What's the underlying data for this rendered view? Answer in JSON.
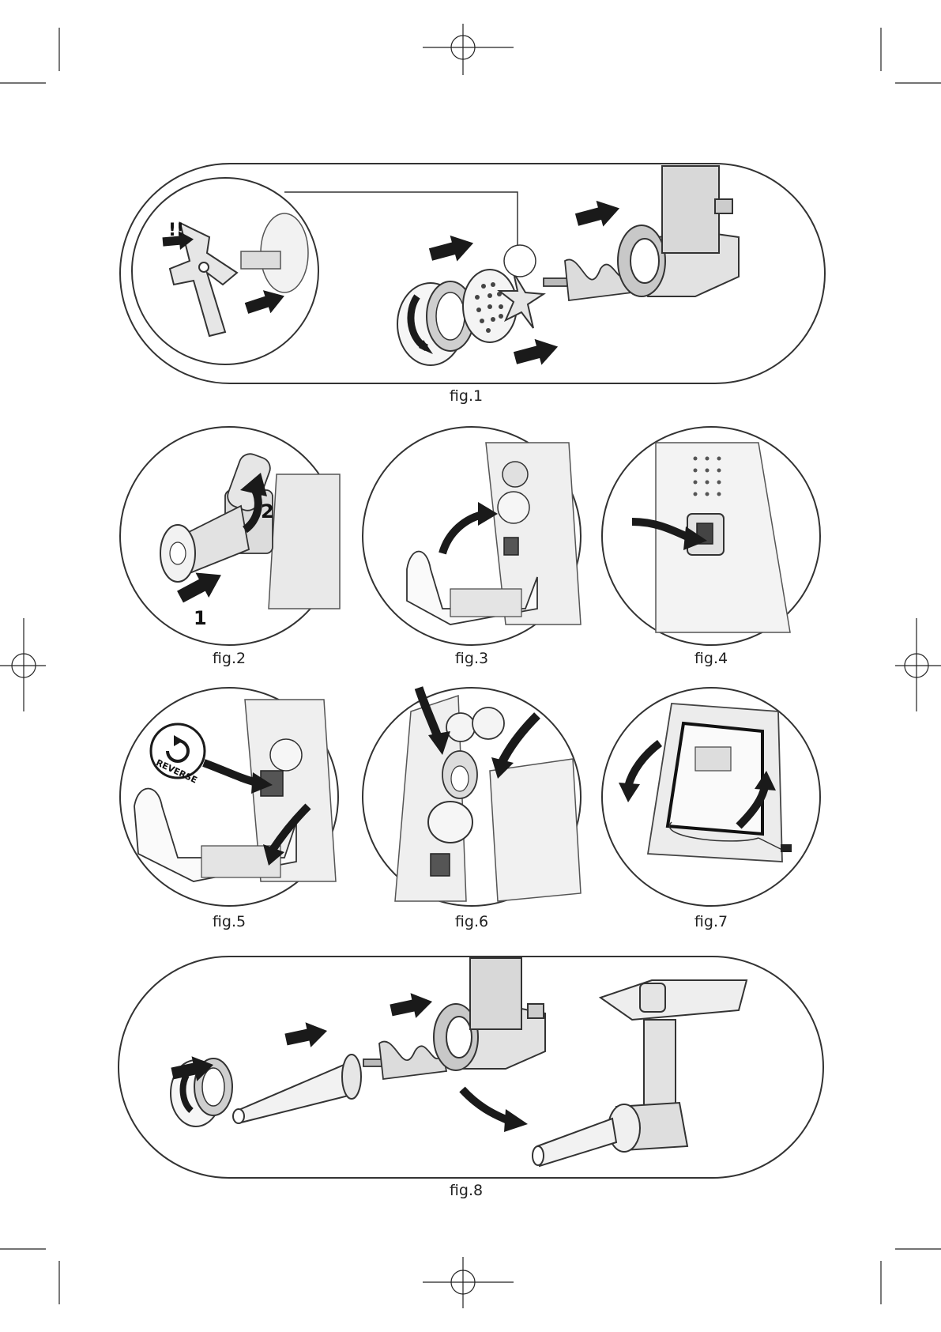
{
  "figures": {
    "fig1": {
      "caption": "fig.1",
      "warning_mark": "!!"
    },
    "fig2": {
      "caption": "fig.2",
      "step_1": "1",
      "step_2": "2"
    },
    "fig3": {
      "caption": "fig.3"
    },
    "fig4": {
      "caption": "fig.4"
    },
    "fig5": {
      "caption": "fig.5",
      "badge_text": "REVERSE"
    },
    "fig6": {
      "caption": "fig.6"
    },
    "fig7": {
      "caption": "fig.7"
    },
    "fig8": {
      "caption": "fig.8"
    }
  },
  "colors": {
    "line": "#333333",
    "arrow": "#1a1a1a",
    "body_grey": "#d9d9d9",
    "light_grey": "#eeeeee"
  }
}
